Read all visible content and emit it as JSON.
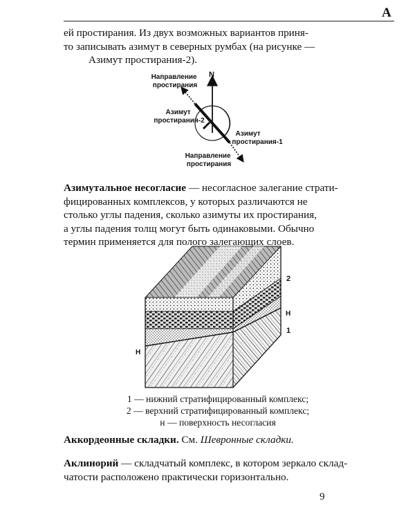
{
  "header": {
    "letter": "А"
  },
  "intro": {
    "lines": [
      "ей простирания. Из двух возможных вариантов приня-",
      "то записывать азимут в северных румбах (на рисунке —",
      "Азимут простирания-2)."
    ]
  },
  "compass_figure": {
    "north_label": "N",
    "direction_top": [
      "Направление",
      "простирания"
    ],
    "direction_bottom": [
      "Направление",
      "простирания"
    ],
    "azimuth2": [
      "Азимут",
      "простирания-2"
    ],
    "azimuth1": [
      "Азимут",
      "простирания-1"
    ]
  },
  "entry_azimuthal": {
    "term": "Азимутальное несогласие",
    "line1_rest": " — несогласное залегание страти-",
    "lines": [
      "фицированных комплексов, у которых различаются не",
      "столько углы падения, сколько азимуты их простирания,",
      "а углы падения толщ могут быть одинаковыми. Обычно",
      "термин применяется для полого залегающих слоев."
    ]
  },
  "block_figure": {
    "label_2": "2",
    "label_n_right": "Н",
    "label_1": "1",
    "label_n_left": "Н"
  },
  "legend": {
    "lines": [
      "1 — нижний стратифицированный комплекс;",
      "2 — верхний стратифицированный комплекс;",
      "н — поверхность несогласия"
    ]
  },
  "entry_accordion": {
    "term": "Аккордеонные складки.",
    "see": " См. ",
    "ref": "Шевронные складки."
  },
  "entry_aclinorium": {
    "term": "Аклинорий",
    "line1_rest": " — складчатый комплекс, в котором зеркало склад-",
    "line2": "чатости расположено практически горизонтально."
  },
  "page_number": "9"
}
